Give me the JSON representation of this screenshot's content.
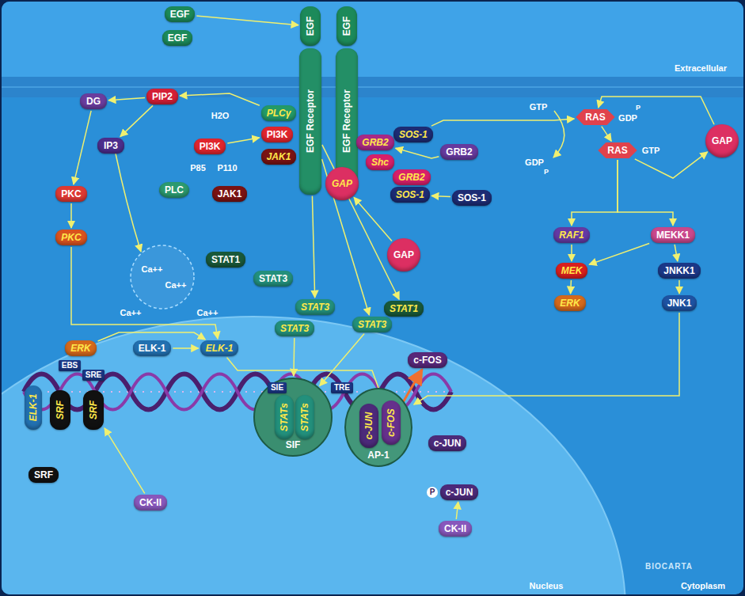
{
  "diagram": {
    "nodes": [
      {
        "text": [
          "EGF"
        ]
      },
      {
        "text": [
          "EGF"
        ]
      },
      {
        "text": [
          "EGF"
        ]
      },
      {
        "text": [
          "EGF"
        ]
      },
      {
        "text": [
          "EGF Receptor"
        ]
      },
      {
        "text": [
          "EGF Receptor"
        ]
      },
      {
        "text": [
          "DG"
        ]
      },
      {
        "text": [
          "PIP2"
        ]
      },
      {
        "text": [
          "PLCγ"
        ]
      },
      {
        "text": [
          "PI3K"
        ]
      },
      {
        "text": [
          "PI3K"
        ]
      },
      {
        "text": [
          "JAK1"
        ]
      },
      {
        "text": [
          "IP3"
        ]
      },
      {
        "text": [
          "PLC"
        ]
      },
      {
        "text": [
          "JAK1"
        ]
      },
      {
        "text": [
          "PKC"
        ]
      },
      {
        "text": [
          "PKC"
        ]
      },
      {
        "text": [
          "STAT1"
        ]
      },
      {
        "text": [
          "STAT3"
        ]
      },
      {
        "text": [
          "STAT3"
        ]
      },
      {
        "text": [
          "STAT3"
        ]
      },
      {
        "text": [
          "STAT3"
        ]
      },
      {
        "text": [
          "STAT1"
        ]
      },
      {
        "text": [
          "GAP"
        ]
      },
      {
        "text": [
          "GRB2"
        ]
      },
      {
        "text": [
          "SOS-1"
        ]
      },
      {
        "text": [
          "GRB2"
        ]
      },
      {
        "text": [
          "Shc"
        ]
      },
      {
        "text": [
          "GRB2"
        ]
      },
      {
        "text": [
          "GAP"
        ]
      },
      {
        "text": [
          "SOS-1"
        ]
      },
      {
        "text": [
          "SOS-1"
        ]
      },
      {
        "text": [
          "RAS"
        ]
      },
      {
        "text": [
          "GAP"
        ]
      },
      {
        "text": [
          "RAS"
        ]
      },
      {
        "text": [
          "RAF1"
        ]
      },
      {
        "text": [
          "MEKK1"
        ]
      },
      {
        "text": [
          "MEK"
        ]
      },
      {
        "text": [
          "JNKK1"
        ]
      },
      {
        "text": [
          "ERK"
        ]
      },
      {
        "text": [
          "JNK1"
        ]
      },
      {
        "text": [
          "ERK"
        ]
      },
      {
        "text": [
          "ELK-1"
        ]
      },
      {
        "text": [
          "ELK-1"
        ]
      },
      {
        "text": [
          "c-FOS"
        ]
      },
      {
        "text": [
          "EBS"
        ]
      },
      {
        "text": [
          "SRE"
        ]
      },
      {
        "text": [
          "SIE"
        ]
      },
      {
        "text": [
          "TRE"
        ]
      },
      {
        "text": [
          "ELK-1"
        ]
      },
      {
        "text": [
          "SRF"
        ]
      },
      {
        "text": [
          "SRF"
        ]
      },
      {
        "text": [
          "SIF"
        ]
      },
      {
        "text": [
          "STATs"
        ],
        "in": 52
      },
      {
        "text": [
          "STATs"
        ],
        "in": 52
      },
      {
        "text": [
          "AP-1"
        ]
      },
      {
        "text": [
          "c-JUN"
        ],
        "in": 55
      },
      {
        "text": [
          "c-FOS"
        ],
        "in": 55
      },
      {
        "text": [
          "c-JUN"
        ]
      },
      {
        "text": [
          "SRF"
        ]
      },
      {
        "text": [
          "CK-II"
        ]
      },
      {
        "text": [
          "c-JUN"
        ]
      },
      {
        "text": [
          "CK-II"
        ]
      }
    ],
    "edges": [
      {
        "from": 0,
        "to": 2,
        "arrow": "to"
      },
      {
        "from": 7,
        "to": 6,
        "arrow": "to"
      },
      {
        "from": 7,
        "to": 12,
        "arrow": "to"
      },
      {
        "from": 8,
        "to": 7,
        "arrow": "to"
      },
      {
        "from": 6,
        "to": 15,
        "arrow": "to"
      },
      {
        "from": 15,
        "to": 16,
        "arrow": "to"
      },
      {
        "from": 10,
        "to": 9,
        "arrow": "to"
      },
      {
        "from": 4,
        "to": 19,
        "arrow": "to"
      },
      {
        "from": 4,
        "to": 21,
        "arrow": "to"
      },
      {
        "from": 4,
        "to": 22,
        "arrow": "to"
      },
      {
        "from": 20,
        "to": 52,
        "arrow": "to"
      },
      {
        "from": 21,
        "to": 52,
        "arrow": "to"
      },
      {
        "from": 23,
        "to": 29,
        "arrow": "to"
      },
      {
        "from": 26,
        "to": 24,
        "arrow": "to"
      },
      {
        "from": 31,
        "to": 30,
        "arrow": "to"
      },
      {
        "from": 25,
        "to": 32,
        "arrow": "to"
      },
      {
        "from": 33,
        "to": 32,
        "arrow": "to"
      },
      {
        "from": 34,
        "to": 33,
        "arrow": "to"
      },
      {
        "from": 34,
        "to": 35,
        "arrow": "to"
      },
      {
        "from": 34,
        "to": 36,
        "arrow": "to"
      },
      {
        "from": 35,
        "to": 37,
        "arrow": "to"
      },
      {
        "from": 36,
        "to": 37,
        "arrow": "to"
      },
      {
        "from": 37,
        "to": 39,
        "arrow": "to"
      },
      {
        "from": 36,
        "to": 38,
        "arrow": "to"
      },
      {
        "from": 38,
        "to": 40,
        "arrow": "to"
      },
      {
        "from": 40,
        "to": 55,
        "arrow": "to"
      },
      {
        "from": 16,
        "to": 43,
        "arrow": "to"
      },
      {
        "from": 41,
        "to": 43,
        "arrow": "to"
      },
      {
        "from": 42,
        "to": 43,
        "arrow": "to"
      },
      {
        "from": 43,
        "to": 57,
        "arrow": "to"
      },
      {
        "from": 57,
        "to": 44,
        "arrow": "to"
      },
      {
        "from": 60,
        "to": 51,
        "arrow": "to"
      },
      {
        "from": 62,
        "to": 61,
        "arrow": "to"
      },
      {
        "from": 32,
        "to": 34,
        "arrow": "to"
      }
    ],
    "labels": [
      "Extracellular",
      "H2O",
      "P85",
      "P110",
      "GTP",
      "GDP",
      "P",
      "GDP",
      "P",
      "GTP",
      "Ca++",
      "Ca++",
      "Ca++",
      "Ca++",
      "P",
      "Nucleus",
      "Cytoplasm",
      "BIOCARTA"
    ]
  }
}
